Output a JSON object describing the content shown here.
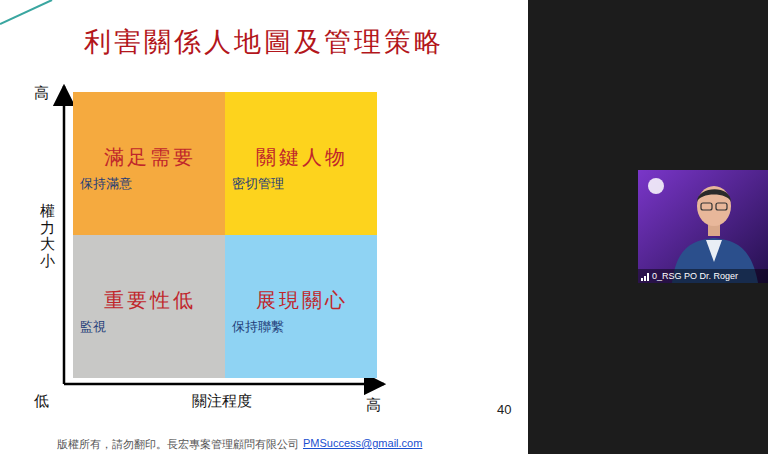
{
  "diagram": {
    "title": "利害關係人地圖及管理策略",
    "nodes": [
      {
        "text": [
          "滿足需要",
          "保持滿意"
        ]
      },
      {
        "text": [
          "關鍵人物",
          "密切管理"
        ]
      },
      {
        "text": [
          "重要性低",
          "監視"
        ]
      },
      {
        "text": [
          "展現關心",
          "保持聯繫"
        ]
      }
    ],
    "labels": [
      "高",
      "權力大小",
      "低",
      "關注程度",
      "高",
      "版權所有，請勿翻印。長宏專案管理顧問有限公司",
      "PMSuccess@gmail.com",
      "40",
      "0_RSG PO Dr. Roger"
    ]
  }
}
